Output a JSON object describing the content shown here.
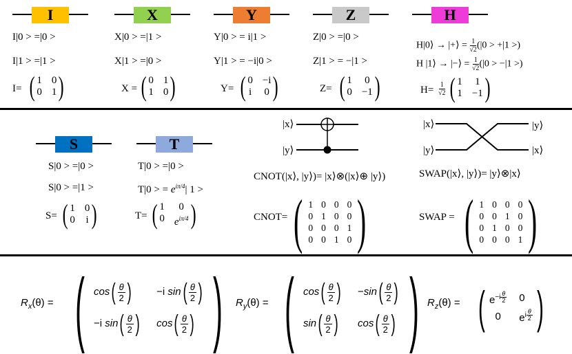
{
  "gates_row1": [
    {
      "label": "I",
      "color": "#FFC000",
      "eq1": "I|0 > =|0 >",
      "eq2": "I|1 > =|1 >",
      "mat_name": "I=",
      "m": [
        [
          "1",
          "0"
        ],
        [
          "0",
          "1"
        ]
      ]
    },
    {
      "label": "X",
      "color": "#92D050",
      "eq1": "X|0 > =|1 >",
      "eq2": "X|1 > =|0 >",
      "mat_name": "X =",
      "m": [
        [
          "0",
          "1"
        ],
        [
          "1",
          "0"
        ]
      ]
    },
    {
      "label": "Y",
      "color": "#ED7D31",
      "eq1": "Y|0 > = i|1 >",
      "eq2": "Y|1 > = −i|0 >",
      "mat_name": "Y=",
      "m": [
        [
          "0",
          "−i"
        ],
        [
          "i",
          "0"
        ]
      ]
    },
    {
      "label": "Z",
      "color": "#C9C9C9",
      "eq1": "Z|0 > =|0 >",
      "eq2": "Z|1 > = −|1 >",
      "mat_name": "Z=",
      "m": [
        [
          "1",
          "0"
        ],
        [
          "0",
          "−1"
        ]
      ]
    },
    {
      "label": "H",
      "color": "#EE3CD8",
      "eq1": "H|0⟩ → |+⟩ = ",
      "eq1b": "(|0 >  +|1 >)",
      "eq2": "H |1⟩ → |−⟩ = ",
      "eq2b": "(|0 > −|1 >)",
      "frac_n": "1",
      "frac_d": "√2",
      "mat_name": "H=",
      "m": [
        [
          "1",
          "1"
        ],
        [
          "1",
          "−1"
        ]
      ]
    }
  ],
  "gates_row2": [
    {
      "label": "S",
      "color": "#0070C0",
      "eq1": "S|0 > =|0 >",
      "eq2": "S|0 > =|1 >",
      "mat_name": "S=",
      "m": [
        [
          "1",
          "0"
        ],
        [
          "0",
          "i"
        ]
      ]
    },
    {
      "label": "T",
      "color": "#8EA9DB",
      "eq1": "T|0 > =|0 >",
      "eq2a": "T",
      "eq2b": "|0 > = ",
      "eq2c": "e",
      "eq2sup": "iπ/4",
      "eq2d": "| 1 >",
      "mat_name": "T=",
      "m": [
        [
          "1",
          "0"
        ],
        [
          "0",
          "e^iπ/4"
        ]
      ],
      "m_sup": "iπ/4"
    }
  ],
  "cnot": {
    "ket_x": "|x⟩",
    "ket_y": "|y⟩",
    "eq": "CNOT(|x⟩, |y⟩)= |x⟩⊗(|x⟩⊕ |y⟩)",
    "mat_name": "CNOT=",
    "m": [
      [
        "1",
        "0",
        "0",
        "0"
      ],
      [
        "0",
        "1",
        "0",
        "0"
      ],
      [
        "0",
        "0",
        "0",
        "1"
      ],
      [
        "0",
        "0",
        "1",
        "0"
      ]
    ]
  },
  "swap": {
    "in_x": "|x⟩",
    "in_y": "|y⟩",
    "out_y": "|y⟩",
    "out_x": "|x⟩",
    "eq": "SWAP(|x⟩, |y⟩)= |y⟩⊗|x⟩",
    "mat_name": "SWAP =",
    "m": [
      [
        "1",
        "0",
        "0",
        "0"
      ],
      [
        "0",
        "0",
        "1",
        "0"
      ],
      [
        "0",
        "1",
        "0",
        "0"
      ],
      [
        "0",
        "0",
        "0",
        "1"
      ]
    ]
  },
  "rotations": {
    "rx_name": "R",
    "rx_sub": "x",
    "ry_name": "R",
    "ry_sub": "y",
    "rz_name": "R",
    "rz_sub": "z",
    "arg": "(θ) =",
    "cos": "cos",
    "sin": "sin",
    "minus_i": "−i",
    "minus": "−",
    "theta": "θ",
    "two": "2",
    "rz_exp_neg": "−i",
    "rz_exp_pos": "i",
    "e": "e",
    "zero": "0"
  }
}
